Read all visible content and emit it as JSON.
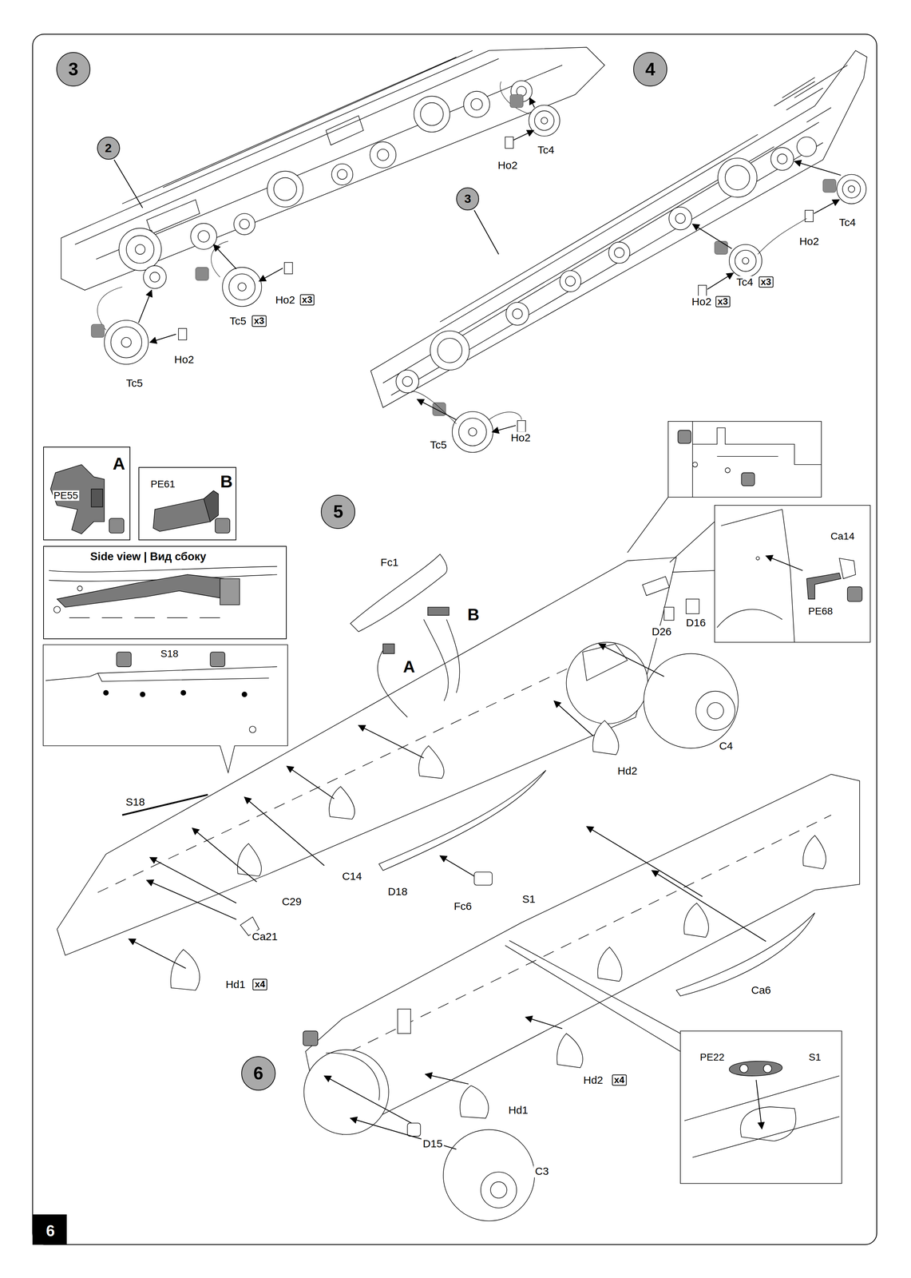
{
  "diagram": {
    "nodes": [
      {
        "text": [
          "3"
        ]
      },
      {
        "text": [
          "4"
        ]
      },
      {
        "text": [
          "2"
        ]
      },
      {
        "text": [
          "3"
        ]
      },
      {
        "text": [
          "A",
          "PE55"
        ]
      },
      {
        "text": [
          "B",
          "PE61"
        ]
      },
      {
        "text": [
          "5"
        ]
      },
      {
        "text": [
          "Side view | Вид сбоку"
        ]
      },
      {
        "text": [
          "S18"
        ]
      },
      {
        "text": [
          "Ca14",
          "PE68"
        ]
      },
      {
        "text": [
          "6"
        ]
      },
      {
        "text": [
          "PE22",
          "S1"
        ]
      },
      {
        "text": [
          "6"
        ]
      }
    ],
    "labels": [
      "Ho2",
      "Tc4",
      "Ho2",
      "x3",
      "Tc5",
      "x3",
      "Tc5",
      "Ho2",
      "Tc4",
      "Ho2",
      "Tc4",
      "x3",
      "Ho2",
      "x3",
      "Tc5",
      "Ho2",
      "Fc1",
      "B",
      "A",
      "D26",
      "D16",
      "C4",
      "Hd2",
      "S18",
      "C14",
      "D18",
      "Fc6",
      "C29",
      "Ca21",
      "Hd1",
      "x4",
      "S1",
      "Ca6",
      "Hd2",
      "x4",
      "Hd1",
      "D15",
      "C3"
    ]
  }
}
